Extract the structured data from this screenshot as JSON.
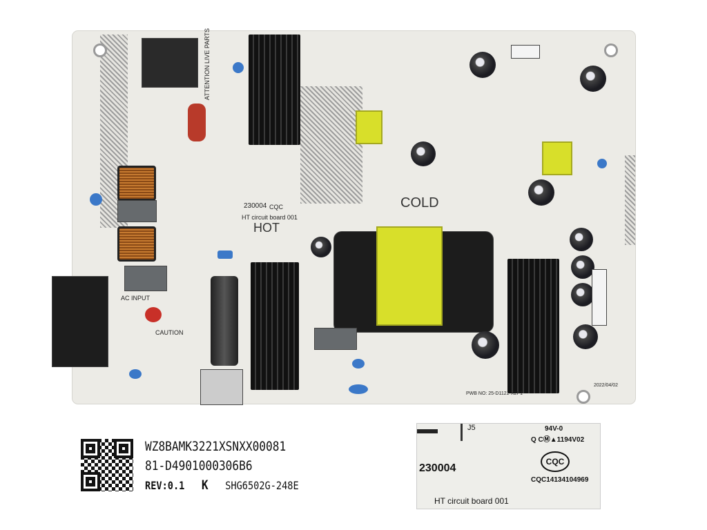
{
  "board": {
    "markings": {
      "cold": "COLD",
      "hot": "HOT",
      "code": "230004",
      "board_name": "HT circuit board 001",
      "ac_input": "AC INPUT",
      "attention": "ATTENTION LIVE PARTS",
      "caution": "CAUTION",
      "cqc": "CQC",
      "date": "2022/04/02",
      "pwb": "PWB NO: 25-D1121-X2P1"
    }
  },
  "label": {
    "serial": "WZ8BAMK3221XSNXX00081",
    "part_number": "81-D4901000306B6",
    "rev": "REV:0.1",
    "grade": "K",
    "model": "SHG6502G-248E"
  },
  "inset": {
    "connector": "J5",
    "rating": "94V-0",
    "cert_line": "Q CⓂ▲1194V02",
    "code": "230004",
    "logo": "CQC",
    "cert_number": "CQC14134104969",
    "board_name": "HT circuit board 001"
  }
}
